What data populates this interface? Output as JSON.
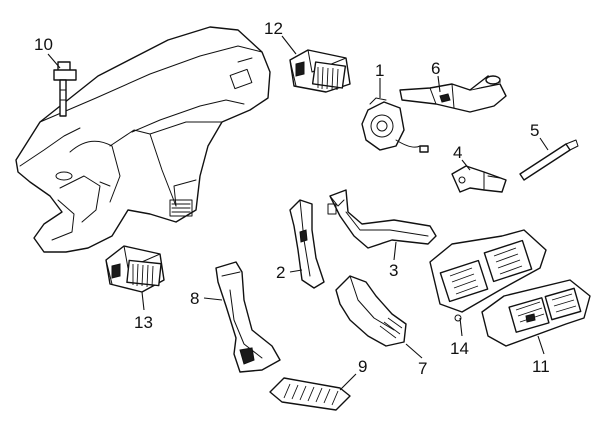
{
  "diagram": {
    "callouts": [
      {
        "id": "part-1",
        "label": "1"
      },
      {
        "id": "part-2",
        "label": "2"
      },
      {
        "id": "part-3",
        "label": "3"
      },
      {
        "id": "part-4",
        "label": "4"
      },
      {
        "id": "part-5",
        "label": "5"
      },
      {
        "id": "part-6",
        "label": "6"
      },
      {
        "id": "part-7",
        "label": "7"
      },
      {
        "id": "part-8",
        "label": "8"
      },
      {
        "id": "part-9",
        "label": "9"
      },
      {
        "id": "part-10",
        "label": "10"
      },
      {
        "id": "part-11",
        "label": "11"
      },
      {
        "id": "part-12",
        "label": "12"
      },
      {
        "id": "part-13",
        "label": "13"
      },
      {
        "id": "part-14",
        "label": "14"
      }
    ]
  }
}
